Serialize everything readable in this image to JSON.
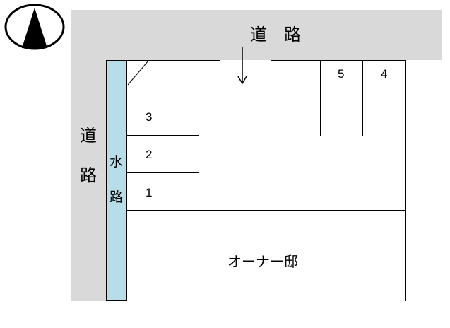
{
  "map": {
    "north_icon": "north-arrow-icon",
    "colors": {
      "road": "#d9d9d9",
      "canal": "#b7dde8",
      "lines": "#000000"
    },
    "road_top_label": "道　路",
    "road_left_label_1": "道",
    "road_left_label_2": "路",
    "canal_label_1": "水",
    "canal_label_2": "路",
    "entrance_icon": "entrance-arrow-icon",
    "stalls": [
      {
        "number": "1"
      },
      {
        "number": "2"
      },
      {
        "number": "3"
      },
      {
        "number": "4"
      },
      {
        "number": "5"
      }
    ],
    "owner_residence": "オーナー邸"
  }
}
